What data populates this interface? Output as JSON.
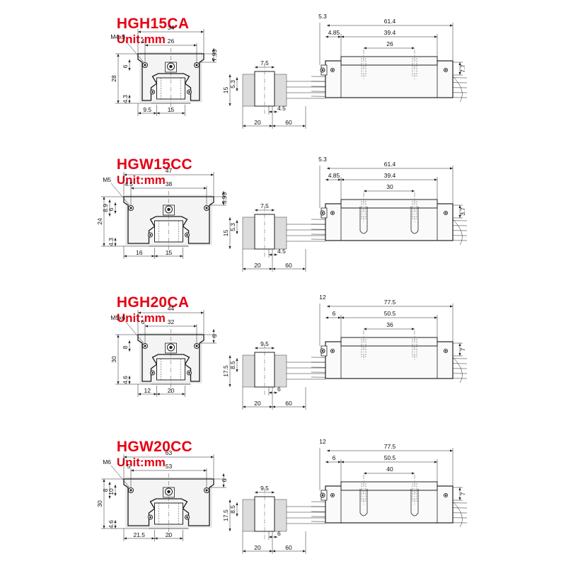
{
  "sections": [
    {
      "model": "HGH15CA",
      "unit": "Unit:mm",
      "front": {
        "thread": "M4x5",
        "width": "34",
        "pitch": "26",
        "edge": "4",
        "side_h": "6",
        "top_r": "7.95",
        "height": "28",
        "bottom": "4.3",
        "rail_off": "9.5",
        "rail_w": "15"
      },
      "profile": {
        "top": "7.5",
        "left_a": "5.3",
        "left_b": "15",
        "small": "4.5",
        "b1": "20",
        "b2": "60"
      },
      "side": {
        "a": "5.3",
        "b": "61.4",
        "c": "4.85",
        "d": "39.4",
        "e": "26",
        "r": "7.7"
      }
    },
    {
      "model": "HGW15CC",
      "unit": "Unit:mm",
      "front": {
        "thread": "M5",
        "width": "47",
        "pitch": "38",
        "edge": "4.5",
        "side_h": "6",
        "extra_h": "8.9",
        "top_r": "3.95",
        "height": "24",
        "bottom": "4.3",
        "rail_off": "16",
        "rail_w": "15"
      },
      "profile": {
        "top": "7.5",
        "left_a": "5.3",
        "left_b": "15",
        "small": "4.5",
        "b1": "20",
        "b2": "60"
      },
      "side": {
        "a": "5.3",
        "b": "61.4",
        "c": "4.85",
        "d": "39.4",
        "e": "30",
        "r": "3.7"
      }
    },
    {
      "model": "HGH20CA",
      "unit": "Unit:mm",
      "front": {
        "thread": "M5x6",
        "width": "44",
        "pitch": "32",
        "edge": "6",
        "side_h": "8",
        "top_r": "6",
        "height": "30",
        "bottom": "4.6",
        "rail_off": "12",
        "rail_w": "20"
      },
      "profile": {
        "top": "9.5",
        "left_a": "8.5",
        "left_b": "17.5",
        "small": "6",
        "b1": "20",
        "b2": "60"
      },
      "side": {
        "a": "12",
        "b": "77.5",
        "c": "6",
        "d": "50.5",
        "e": "36",
        "r": "7"
      }
    },
    {
      "model": "HGW20CC",
      "unit": "Unit:mm",
      "front": {
        "thread": "M6",
        "width": "63",
        "pitch": "53",
        "edge": "5",
        "side_h": "10",
        "extra_h": "8",
        "top_r": "6",
        "height": "30",
        "bottom": "4.6",
        "rail_off": "21.5",
        "rail_w": "20"
      },
      "profile": {
        "top": "9.5",
        "left_a": "8.5",
        "left_b": "17.5",
        "small": "6",
        "b1": "20",
        "b2": "60"
      },
      "side": {
        "a": "12",
        "b": "77.5",
        "c": "6",
        "d": "50.5",
        "e": "40",
        "r": "7"
      }
    }
  ]
}
